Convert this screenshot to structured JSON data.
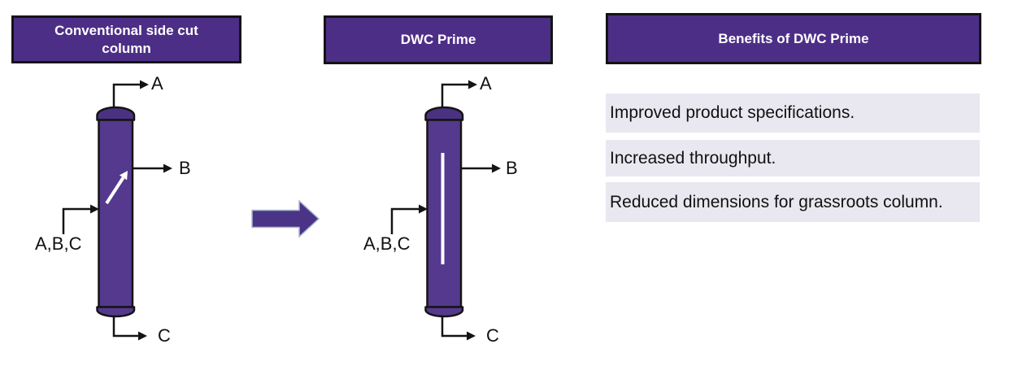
{
  "panels": {
    "conventional": {
      "title": "Conventional side cut column",
      "streams": {
        "top": "A",
        "side": "B",
        "bottom": "C",
        "feed": "A,B,C"
      }
    },
    "dwc": {
      "title": "DWC Prime",
      "streams": {
        "top": "A",
        "side": "B",
        "bottom": "C",
        "feed": "A,B,C"
      }
    },
    "benefits": {
      "title": "Benefits of DWC Prime",
      "items": [
        "Improved product specifications.",
        "Increased throughput.",
        "Reduced dimensions for grassroots column."
      ]
    }
  },
  "colors": {
    "header_purple": "#4d2e87",
    "vessel_body_purple": "#55398e",
    "vessel_cap_purple": "#4a3181",
    "benefit_row_bg": "#e9e8f0",
    "outline_black": "#141414",
    "transform_arrow_purple": "#4b3487",
    "dividing_wall_white": "#ffffff"
  }
}
